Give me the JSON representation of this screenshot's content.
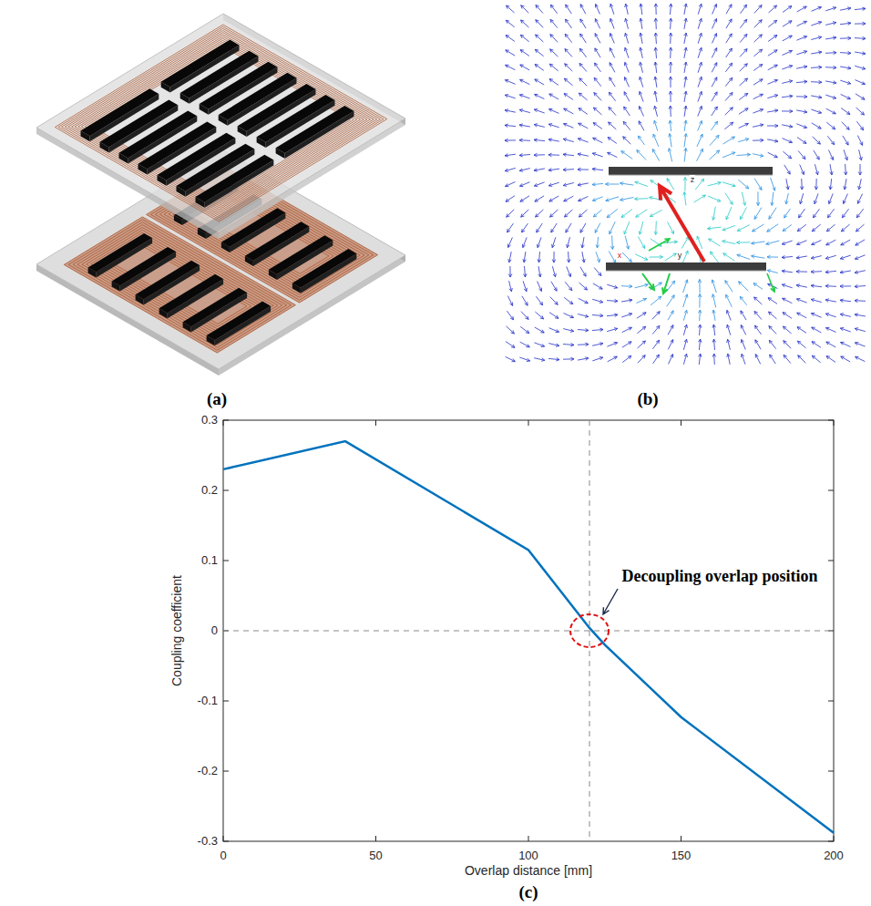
{
  "diagram": {
    "labels": [
      "(a)",
      "(b)",
      "(c)",
      "z",
      "x",
      "y",
      "0.3",
      "0.2",
      "0.1",
      "0",
      "-0.1",
      "-0.2",
      "-0.3",
      "0",
      "50",
      "100",
      "150",
      "200",
      "Coupling coefficient",
      "Overlap distance [mm]",
      "Decoupling overlap position"
    ]
  }
}
